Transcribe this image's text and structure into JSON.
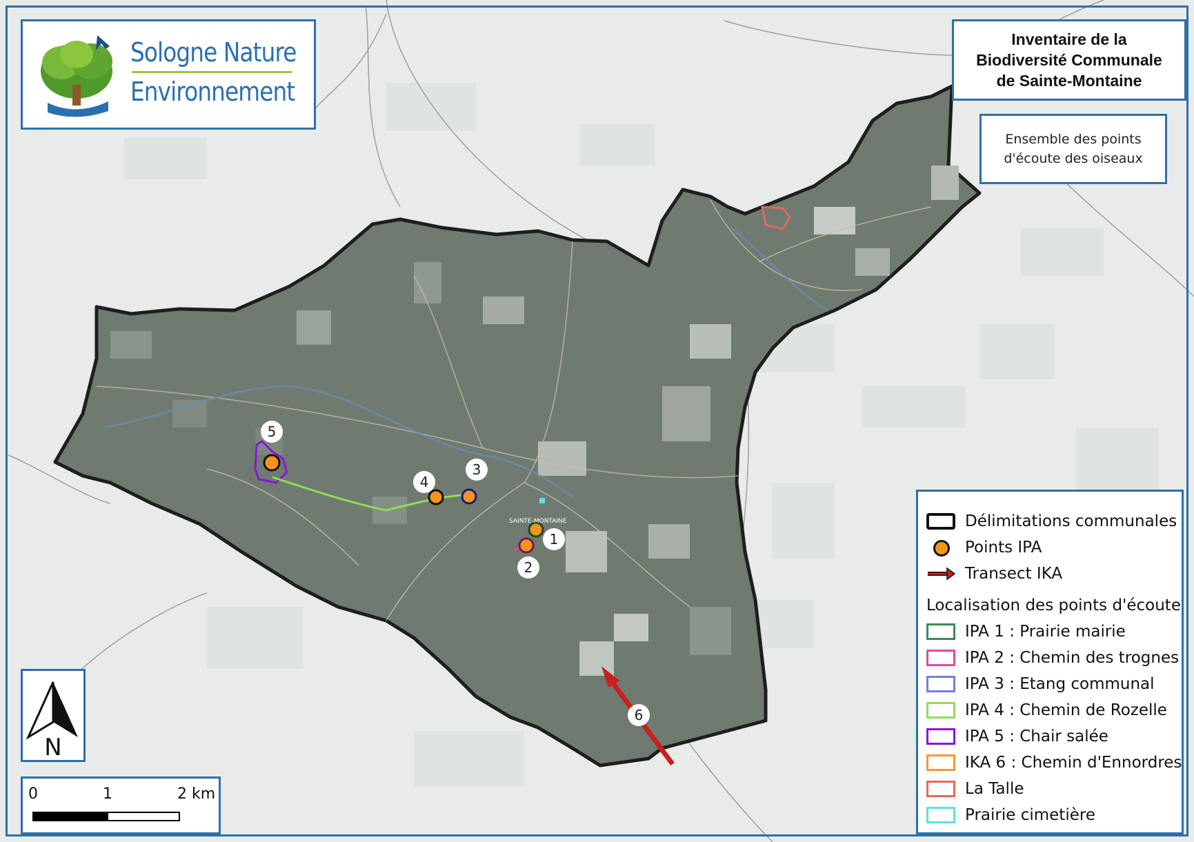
{
  "logo": {
    "line1": "Sologne Nature",
    "line2": "Environnement"
  },
  "title": {
    "line1": "Inventaire de la",
    "line2": "Biodiversité Communale",
    "line3": "de Sainte-Montaine"
  },
  "subtitle": {
    "line1": "Ensemble des points",
    "line2": "d'écoute des oiseaux"
  },
  "north_arrow": {
    "label": "N",
    "icon": "north-arrow-icon"
  },
  "scale_bar": {
    "labels": [
      "0",
      "1",
      "2 km"
    ]
  },
  "map_labels": {
    "points": [
      "1",
      "2",
      "3",
      "4",
      "5",
      "6"
    ],
    "town": "SAINTE-MONTAINE"
  },
  "legend": {
    "entries": [
      {
        "label": "Délimitations communales",
        "symbol": "boundary",
        "color": "#111111"
      },
      {
        "label": "Points IPA",
        "symbol": "dot",
        "color": "#f7941d"
      },
      {
        "label": "Transect IKA",
        "symbol": "arrow",
        "color": "#c8201e"
      }
    ],
    "heading": "Localisation des points d'écoute",
    "zones": [
      {
        "label": "IPA 1 : Prairie mairie",
        "color": "#3a8a55"
      },
      {
        "label": "IPA 2 : Chemin des trognes",
        "color": "#e24aa0"
      },
      {
        "label": "IPA 3 : Etang communal",
        "color": "#6f7fe0"
      },
      {
        "label": "IPA 4 : Chemin de Rozelle",
        "color": "#8fdc5a"
      },
      {
        "label": "IPA 5 : Chair salée",
        "color": "#8a17d8"
      },
      {
        "label": "IKA 6 : Chemin d'Ennordres",
        "color": "#f39a33"
      },
      {
        "label": "La Talle",
        "color": "#e2685f"
      },
      {
        "label": "Prairie cimetière",
        "color": "#5fdfe6"
      }
    ]
  },
  "colors": {
    "frame": "#2d6fa8",
    "commune_fill": "#6f7a70",
    "background": "#e9ecec"
  }
}
